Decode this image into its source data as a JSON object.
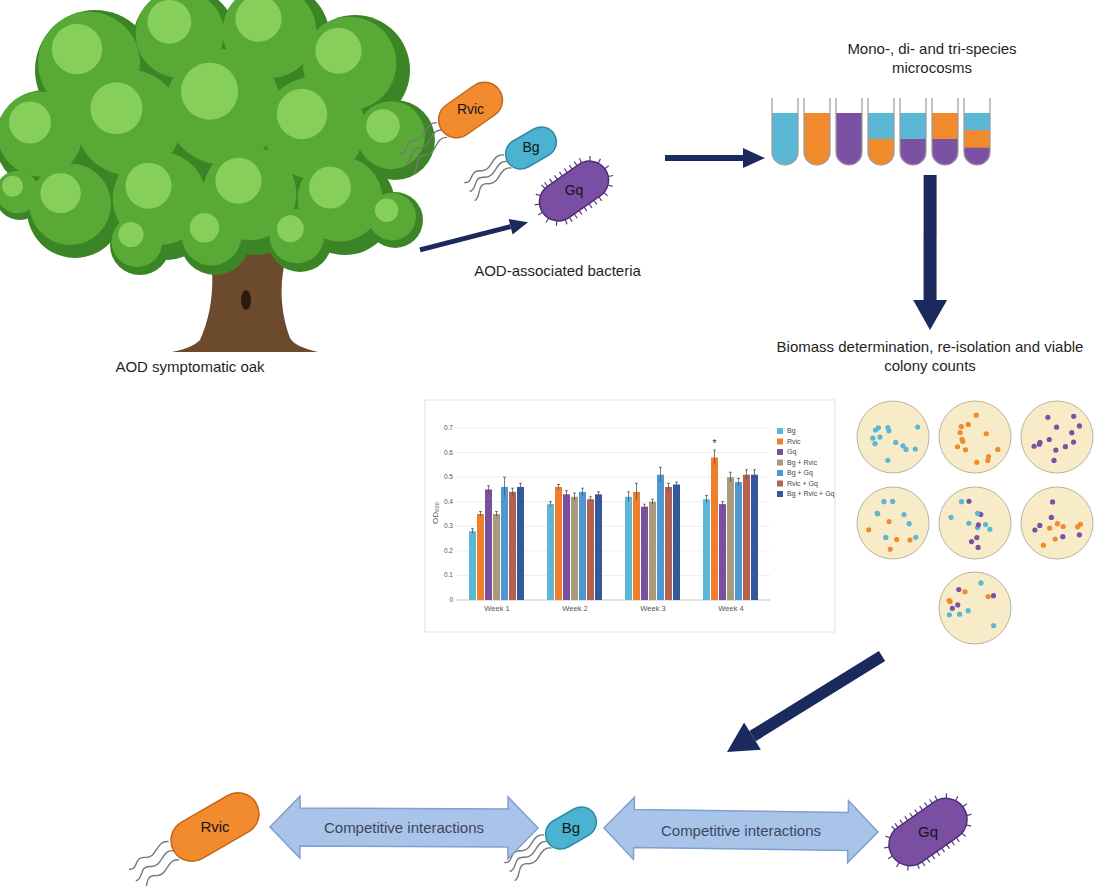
{
  "diagram": {
    "nodes": [
      {
        "text": [
          "AOD symptomatic oak"
        ]
      },
      {
        "text": [
          "AOD-associated bacteria"
        ]
      },
      {
        "text": [
          "Rvic"
        ],
        "in": 1
      },
      {
        "text": [
          "Bg"
        ],
        "in": 1
      },
      {
        "text": [
          "Gq"
        ],
        "in": 1
      },
      {
        "text": [
          "Mono-, di- and tri-species microcosms"
        ]
      },
      {
        "text": [
          "Biomass determination, re-isolation and viable colony counts"
        ]
      },
      {
        "text": [
          "Rvic"
        ]
      },
      {
        "text": [
          "Bg"
        ]
      },
      {
        "text": [
          "Gq"
        ]
      }
    ],
    "edges": [
      {
        "from": 0,
        "to": 4,
        "arrow": "to"
      },
      {
        "from": 1,
        "to": 5,
        "arrow": "to"
      },
      {
        "from": 5,
        "to": 6,
        "arrow": "to"
      },
      {
        "from": 7,
        "to": 8,
        "label": "Competitive interactions",
        "arrow": "both"
      },
      {
        "from": 8,
        "to": 9,
        "label": "Competitive interactions",
        "arrow": "both"
      }
    ],
    "labels": [
      "0",
      "0.1",
      "0.2",
      "0.3",
      "0.4",
      "0.5",
      "0.6",
      "0.7",
      "OD₆₀₀",
      "Week 1",
      "Week 2",
      "Week 3",
      "Week 4",
      "*"
    ],
    "legend": [
      {
        "text": "Bg",
        "color": "#5bb7d5"
      },
      {
        "text": "Rvic",
        "color": "#f07f2b"
      },
      {
        "text": "Gq",
        "color": "#7b4fa0"
      },
      {
        "text": "Bg + Rvic",
        "color": "#a99a7c"
      },
      {
        "text": "Bg + Gq",
        "color": "#4f97d3"
      },
      {
        "text": "Rvic + Gq",
        "color": "#b5614f"
      },
      {
        "text": "Bg + Rvic + Gq",
        "color": "#34599a"
      }
    ]
  }
}
